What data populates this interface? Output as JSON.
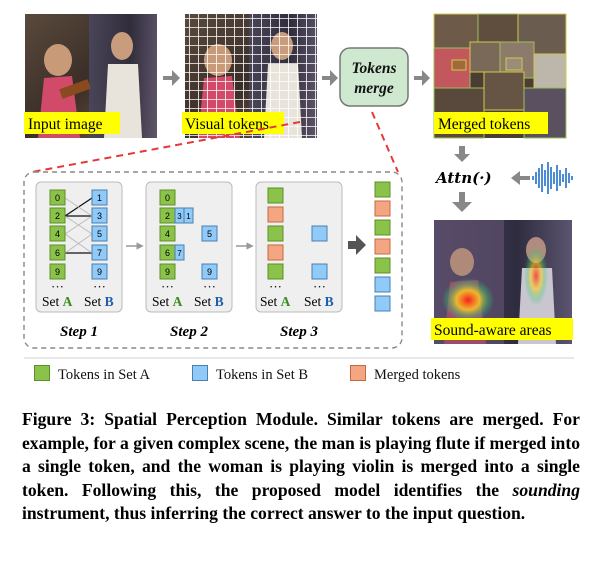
{
  "figure": {
    "labels": {
      "input_image": "Input image",
      "visual_tokens": "Visual tokens",
      "tokens_merge_line1": "Tokens",
      "tokens_merge_line2": "merge",
      "merged_tokens": "Merged tokens",
      "attn": "Attn(·)",
      "sound_aware": "Sound-aware areas"
    },
    "steps": {
      "step1": {
        "title": "Step 1",
        "set_a_values": [
          "0",
          "2",
          "4",
          "6",
          "9"
        ],
        "set_b_values": [
          "1",
          "3",
          "5",
          "7",
          "9"
        ]
      },
      "step2": {
        "title": "Step 2",
        "set_a_values": [
          "0",
          "2",
          "4",
          "6",
          "9"
        ],
        "merged_a": [
          "3",
          "1",
          "7"
        ],
        "set_b_values": [
          "5",
          "9"
        ]
      },
      "step3": {
        "title": "Step 3"
      },
      "set_label_word": "Set",
      "set_a_letter": "A",
      "set_b_letter": "B",
      "ellipsis": "···"
    },
    "colors": {
      "set_a": "#8bc34a",
      "set_b": "#90caf9",
      "merged": "#f4a582",
      "arrow": "#888888",
      "dashed": "#e53935",
      "label_bg": "#ffff00"
    }
  },
  "legend": {
    "set_a": "Tokens in Set A",
    "set_b": "Tokens in Set B",
    "merged": "Merged tokens"
  },
  "caption": {
    "lead": "Figure 3: Spatial Perception Module. Similar tokens are merged. For example, for a given complex scene, the man is playing flute if merged into a single token, and the woman is playing violin is merged into a single token. Following this, the proposed model identifies the ",
    "emph": "sounding",
    "tail": " instrument, thus inferring the correct answer to the input question."
  }
}
